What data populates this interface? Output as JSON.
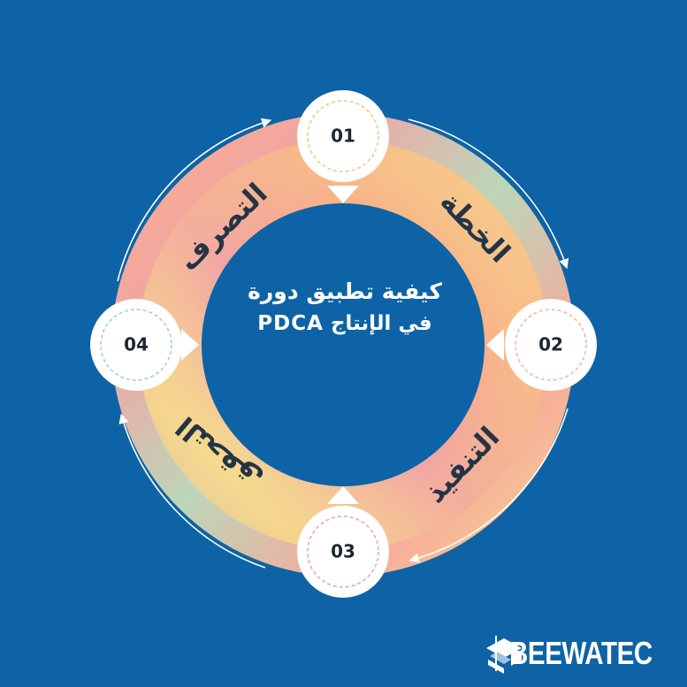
{
  "title": {
    "line1": "كيفية تطبيق دورة",
    "line2": "في الإنتاج PDCA"
  },
  "steps": [
    {
      "number": "01",
      "label": "الخطة"
    },
    {
      "number": "02",
      "label": "التنفيذ"
    },
    {
      "number": "03",
      "label": "التحقق"
    },
    {
      "number": "04",
      "label": "التصرف"
    }
  ],
  "brand": {
    "name": "BEEWATEC"
  },
  "colors": {
    "background": "#0d63a5",
    "ring_pink": "#f2a5a3",
    "ring_yellow": "#f5dc8e",
    "ring_peach": "#f8b487",
    "ring_mint": "#bcd6b9",
    "badge_dash_warm": "#f0c98a",
    "badge_dash_pink": "#f0a6a6",
    "badge_dash_mint": "#a9cfc4",
    "step_label": "#243447"
  }
}
